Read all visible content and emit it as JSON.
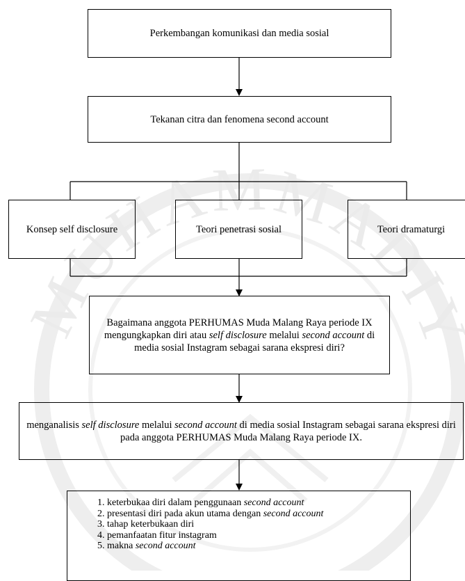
{
  "nodes": {
    "top": "Perkembangan komunikasi dan media sosial",
    "second": "Tekanan citra dan fenomena second account",
    "theory_left": "Konsep self disclosure",
    "theory_mid": "Teori penetrasi sosial",
    "theory_right": "Teori dramaturgi",
    "question": {
      "t1": "Bagaimana anggota PERHUMAS Muda Malang Raya periode IX mengungkapkan diri atau ",
      "t2": "self disclosure",
      "t3": " melalui ",
      "t4": "second account",
      "t5": " di media sosial Instagram sebagai sarana ekspresi diri?"
    },
    "aim": {
      "t1": "menganalisis ",
      "t2": "self disclosure",
      "t3": " melalui ",
      "t4": "second account",
      "t5": " di media sosial Instagram sebagai sarana ekspresi diri pada anggota PERHUMAS Muda Malang Raya periode IX."
    },
    "list": [
      {
        "num": "1. ",
        "text": "keterbukaa diri dalam penggunaan ",
        "em": "second account"
      },
      {
        "num": "2. ",
        "text": "presentasi diri pada akun utama dengan ",
        "em": "second account"
      },
      {
        "num": "3. ",
        "text": "tahap keterbukaan diri",
        "em": ""
      },
      {
        "num": "4. ",
        "text": "pemanfaatan fitur instagram",
        "em": ""
      },
      {
        "num": "5. ",
        "text": "makna ",
        "em": "second account"
      }
    ]
  },
  "watermark": "MUHAMMADIYAH"
}
